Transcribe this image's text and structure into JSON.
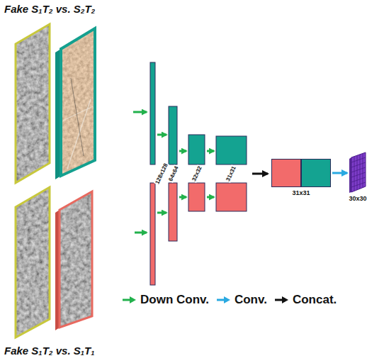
{
  "diagram": {
    "nodes": [
      {
        "text": [
          "Fake S₁T₂ vs. S₂T₂"
        ]
      },
      {
        "text": [
          "Fake S₁T₂ vs. S₁T₁"
        ]
      },
      {
        "text": [
          "31x31"
        ]
      },
      {
        "text": [
          "30x30"
        ]
      }
    ],
    "edges": [
      {
        "from": 2,
        "to": 3,
        "arrow": "to"
      }
    ],
    "labels": [
      "128x128",
      "64x64",
      "32x32",
      "31x31"
    ],
    "legend": [
      {
        "text": "Down Conv."
      },
      {
        "text": "Conv."
      },
      {
        "text": "Concat."
      }
    ]
  }
}
